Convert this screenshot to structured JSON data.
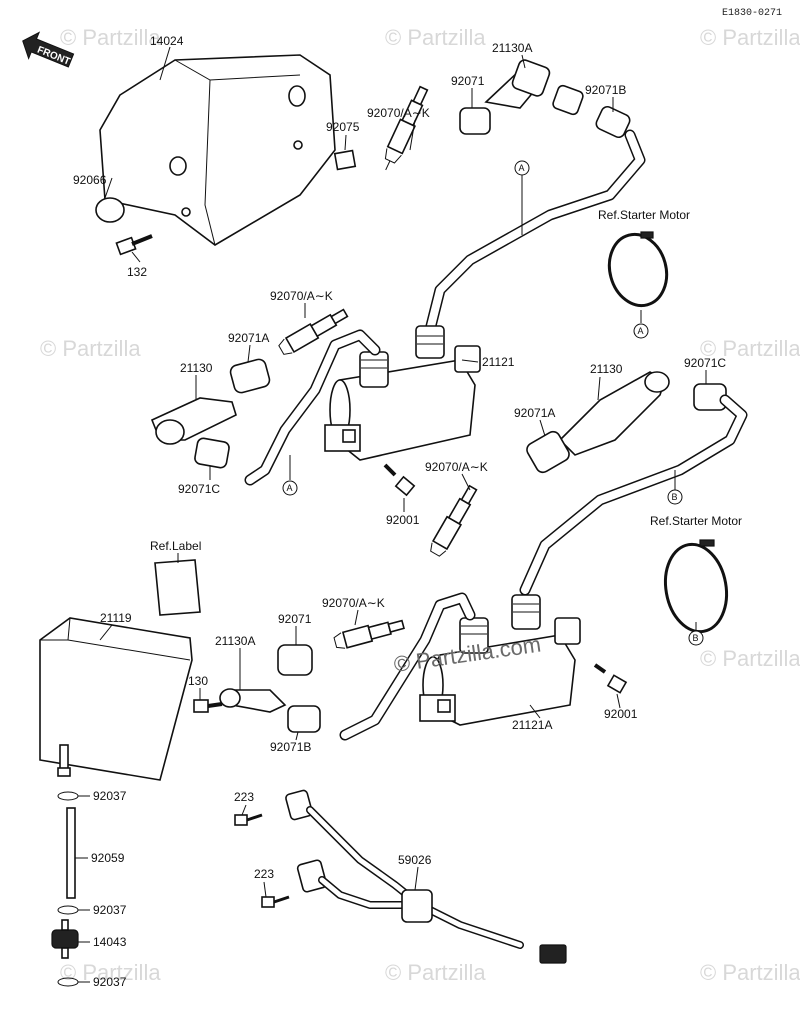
{
  "diagram_code": "E1830-0271",
  "watermark_text": "© Partzilla",
  "center_watermark": "© Partzilla.com",
  "front_label": "FRONT",
  "labels": {
    "p14024": "14024",
    "p92066": "92066",
    "p132": "132",
    "p92075": "92075",
    "p92070_top": "92070/A∼K",
    "p92071_top": "92071",
    "p21130A_top": "21130A",
    "p92071B_top": "92071B",
    "ref_starter_1": "Ref.Starter Motor",
    "p92070_mid": "92070/A∼K",
    "p92071A_left": "92071A",
    "p21130_left": "21130",
    "p92071C_left": "92071C",
    "p21121": "21121",
    "p21130_right": "21130",
    "p92071C_right": "92071C",
    "p92071A_right": "92071A",
    "p92070_right": "92070/A∼K",
    "p92001_mid": "92001",
    "ref_starter_2": "Ref.Starter Motor",
    "ref_label": "Ref.Label",
    "p21119": "21119",
    "p92070_low": "92070/A∼K",
    "p92071_low": "92071",
    "p21130A_low": "21130A",
    "p130": "130",
    "p92071B_low": "92071B",
    "p21121A": "21121A",
    "p92001_low": "92001",
    "p92037_a": "92037",
    "p92059": "92059",
    "p92037_b": "92037",
    "p14043": "14043",
    "p92037_c": "92037",
    "p223_a": "223",
    "p223_b": "223",
    "p59026": "59026"
  },
  "callouts": {
    "A": "A",
    "B": "B"
  }
}
